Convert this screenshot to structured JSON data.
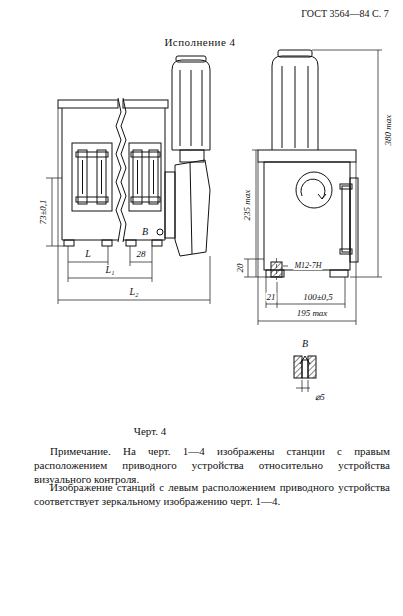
{
  "diagram": {
    "title": "Исполнение 4",
    "caption": "Черт. 4",
    "labels": [
      "ГОСТ 3564—84 С. 7",
      "73±0,1",
      "L",
      "28",
      "В",
      "L₁",
      "L₂",
      "235 max",
      "380 max",
      "20",
      "M12-7H",
      "21",
      "100±0,5",
      "195 max",
      "В",
      "⌀5",
      "Примечание. На черт. 1—4 изображены станции с правым расположением приводного устройства относительно устройства визуального контроля.",
      "Изображение станций с левым расположением приводного устройства соответствует зеркальному изображению черт. 1—4."
    ]
  }
}
